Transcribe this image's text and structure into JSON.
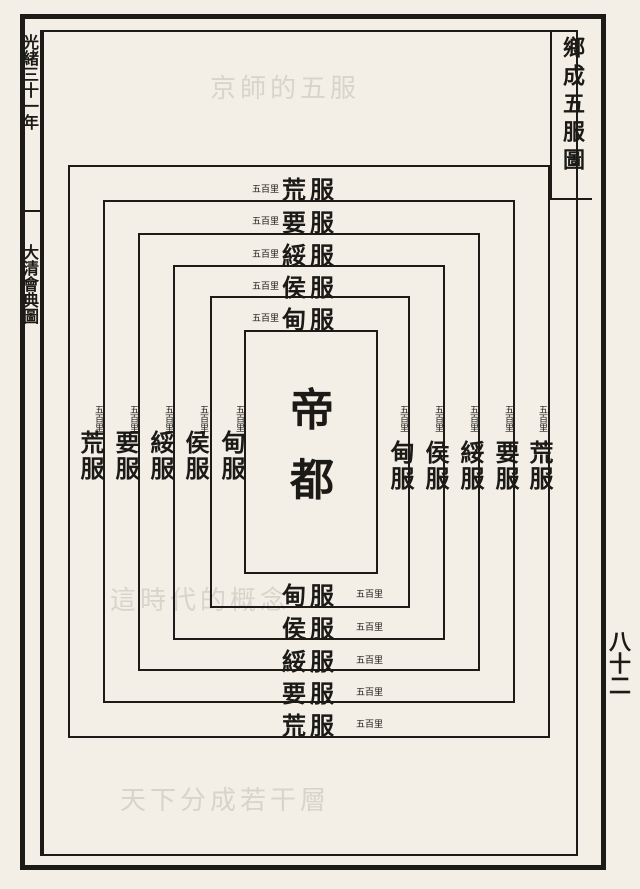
{
  "margin": {
    "era": "光緒三十一年",
    "book": "大清會典圖",
    "page": "八十二"
  },
  "title": "鄉成五服圖",
  "center": [
    "帝",
    "都"
  ],
  "zones_outer_to_inner": [
    "荒服",
    "要服",
    "綏服",
    "侯服",
    "甸服"
  ],
  "distance_labels": [
    "五百里",
    "五百里",
    "五百里",
    "五百里",
    "五百里"
  ],
  "ghost_text": [
    "京師的五服",
    "這時代的概念",
    "天下分成若干層"
  ],
  "colors": {
    "paper": "#f3efe6",
    "ink": "#1c1a17"
  }
}
